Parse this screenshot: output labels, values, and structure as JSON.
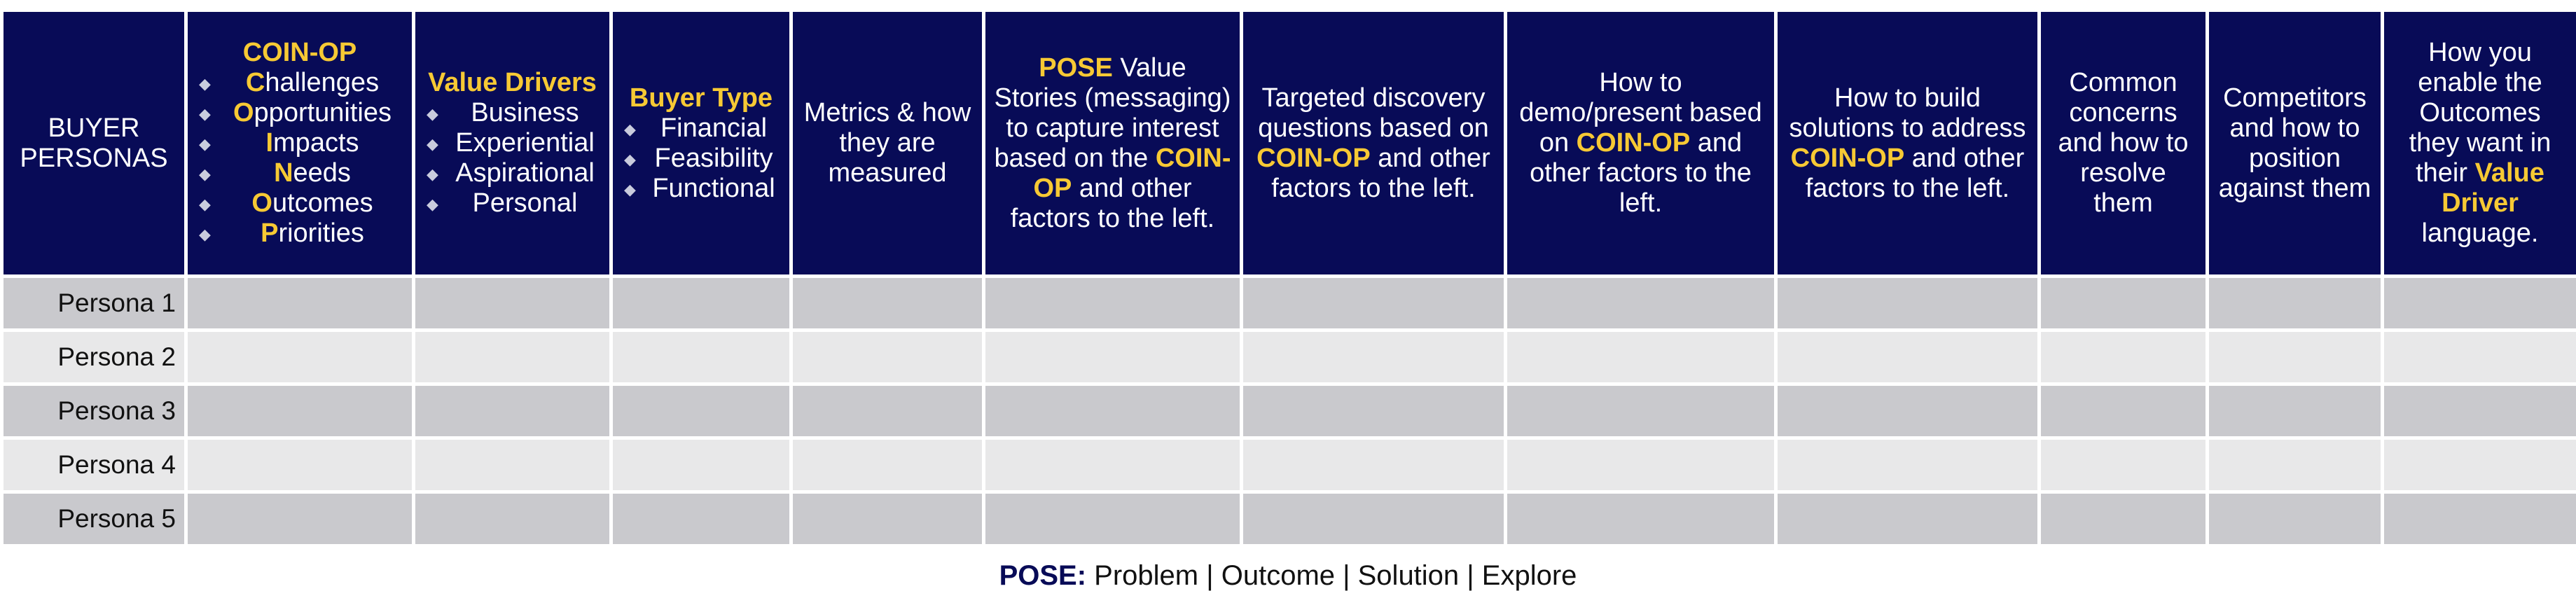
{
  "header": {
    "personas": [
      "BUYER",
      "PERSONAS"
    ],
    "coin_op": {
      "title": "COIN-OP",
      "items": [
        {
          "first": "C",
          "rest": "hallenges"
        },
        {
          "first": "O",
          "rest": "pportunities"
        },
        {
          "first": "I",
          "rest": "mpacts"
        },
        {
          "first": "N",
          "rest": "eeds"
        },
        {
          "first": "O",
          "rest": "utcomes"
        },
        {
          "first": "P",
          "rest": "riorities"
        }
      ]
    },
    "value_drivers": {
      "title": "Value Drivers",
      "items": [
        "Business",
        "Experiential",
        "Aspirational",
        "Personal"
      ]
    },
    "buyer_type": {
      "title": "Buyer Type",
      "items": [
        "Financial",
        "Feasibility",
        "Functional"
      ]
    },
    "metrics": "Metrics & how they are measured",
    "pose_stories": {
      "hl": "POSE",
      "text1": " Value Stories (messaging) to capture interest based on the ",
      "hl2": "COIN-OP",
      "text2": " and other factors to the left."
    },
    "discovery": {
      "text1": "Targeted discovery questions based on ",
      "hl": "COIN-OP",
      "text2": " and other factors to the left."
    },
    "demo": {
      "text1": "How to demo/present based on ",
      "hl": "COIN-OP",
      "text2": " and other factors to the left."
    },
    "build": {
      "text1": "How to build solutions to address ",
      "hl": "COIN-OP",
      "text2": " and other factors to the left."
    },
    "concerns": "Common concerns and how to resolve them",
    "competitors": "Competitors and how to position against them",
    "outcomes": {
      "text1": "How you enable the Outcomes they want in their ",
      "hl": "Value Driver",
      "text2": " language."
    }
  },
  "rows": [
    "Persona 1",
    "Persona 2",
    "Persona 3",
    "Persona 4",
    "Persona 5"
  ],
  "footer": {
    "label": "POSE:",
    "text": " Problem | Outcome | Solution | Explore"
  },
  "colors": {
    "header_bg": "#080b57",
    "highlight": "#f7c934",
    "row_dark": "#c9c9cd",
    "row_light": "#e8e8e9"
  }
}
